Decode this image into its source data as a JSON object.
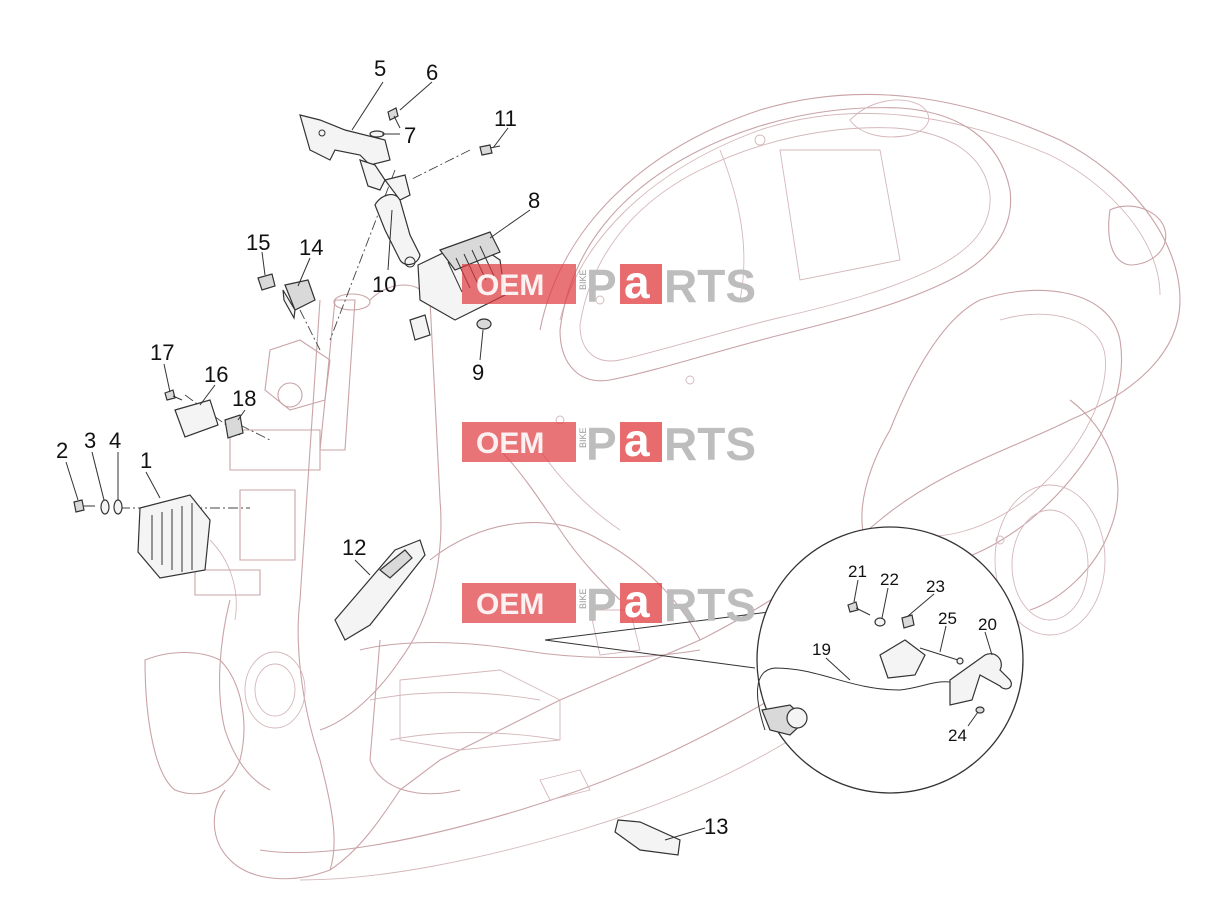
{
  "watermark": {
    "left": "OEM",
    "small": "BIKE",
    "right_a": "P",
    "right_b": "a",
    "right_c": "RTS"
  },
  "callouts": {
    "c1": "1",
    "c2": "2",
    "c3": "3",
    "c4": "4",
    "c5": "5",
    "c6": "6",
    "c7": "7",
    "c8": "8",
    "c9": "9",
    "c10": "10",
    "c11": "11",
    "c12": "12",
    "c13": "13",
    "c14": "14",
    "c15": "15",
    "c16": "16",
    "c17": "17",
    "c18": "18",
    "c19": "19",
    "c20": "20",
    "c21": "21",
    "c22": "22",
    "c23": "23",
    "c24": "24",
    "c25": "25"
  },
  "colors": {
    "frame_outline": "#c9a3a6",
    "watermark_red": "#e0393e",
    "watermark_gray": "#bdbdbd"
  }
}
